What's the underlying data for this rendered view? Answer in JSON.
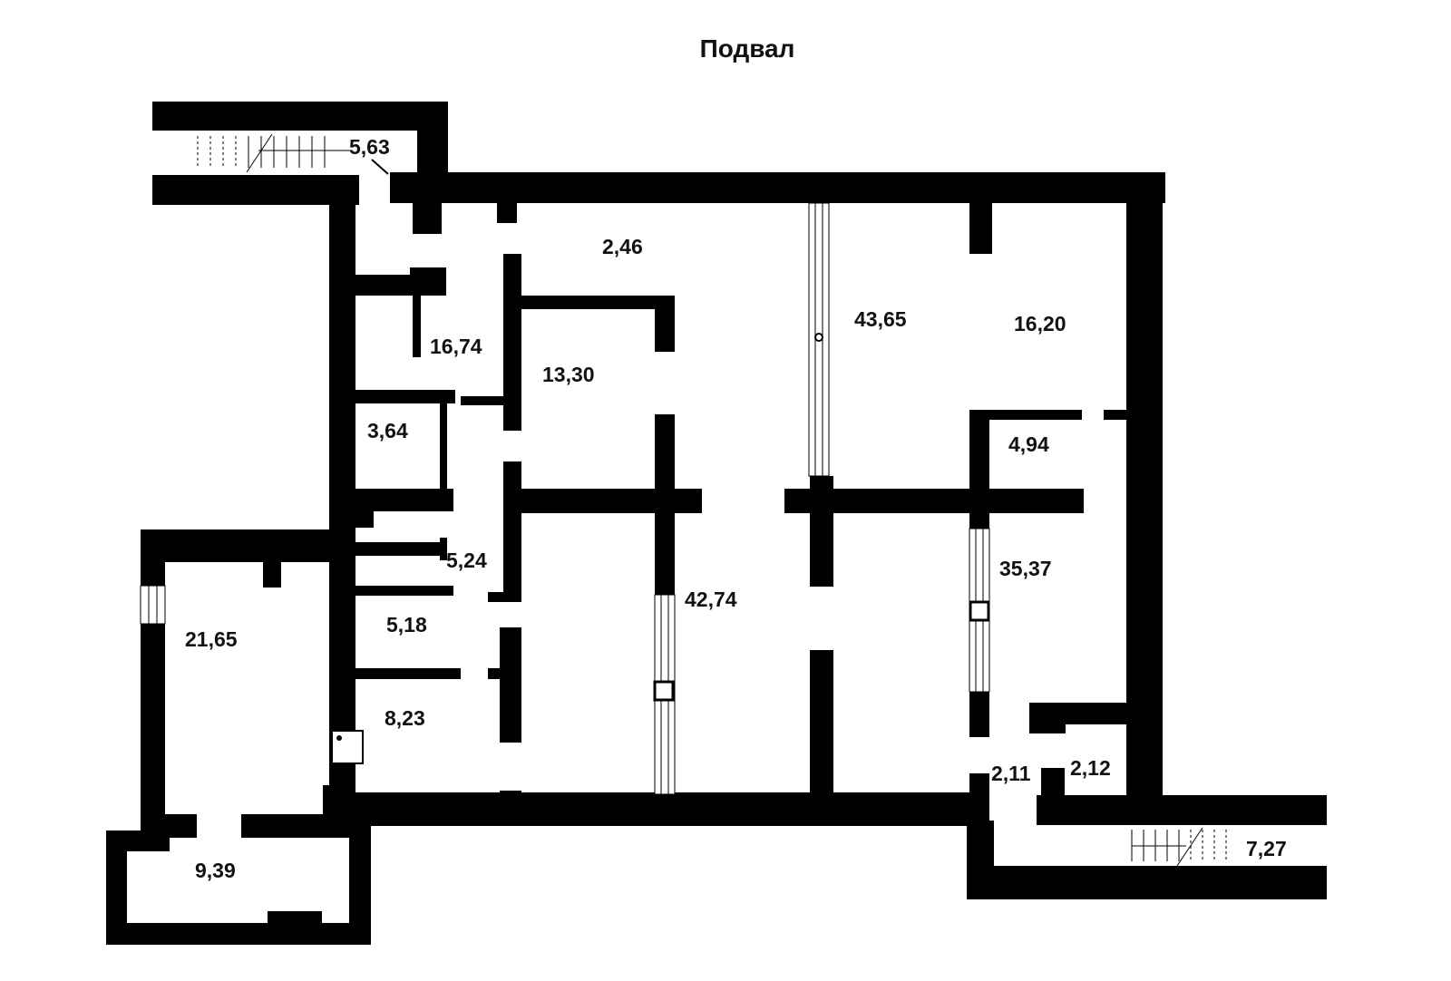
{
  "title": "Подвал",
  "rooms": [
    {
      "id": "r1",
      "area": "5,63"
    },
    {
      "id": "r2",
      "area": "2,46"
    },
    {
      "id": "r3",
      "area": "43,65"
    },
    {
      "id": "r4",
      "area": "16,20"
    },
    {
      "id": "r5",
      "area": "16,74"
    },
    {
      "id": "r6",
      "area": "13,30"
    },
    {
      "id": "r7",
      "area": "3,64"
    },
    {
      "id": "r8",
      "area": "4,94"
    },
    {
      "id": "r9",
      "area": "5,24"
    },
    {
      "id": "r10",
      "area": "35,37"
    },
    {
      "id": "r11",
      "area": "42,74"
    },
    {
      "id": "r12",
      "area": "5,18"
    },
    {
      "id": "r13",
      "area": "21,65"
    },
    {
      "id": "r14",
      "area": "8,23"
    },
    {
      "id": "r15",
      "area": "2,11"
    },
    {
      "id": "r16",
      "area": "2,12"
    },
    {
      "id": "r17",
      "area": "9,39"
    },
    {
      "id": "r18",
      "area": "7,27"
    }
  ],
  "colors": {
    "wall": "#000000",
    "background": "#ffffff",
    "text": "#111111"
  }
}
